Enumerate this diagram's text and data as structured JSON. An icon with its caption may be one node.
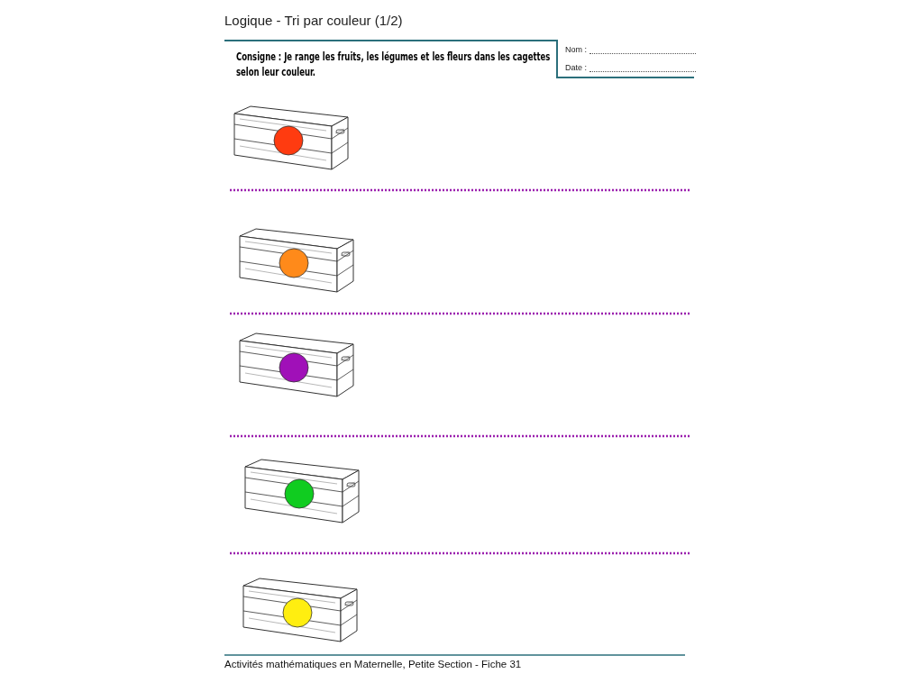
{
  "diagram": {
    "title": "Logique - Tri par couleur (1/2)",
    "labels": [
      "Consigne : Je range les fruits, les légumes et les fleurs dans les cagettes selon leur couleur.",
      "Nom :",
      "Date :",
      "Activités mathématiques en Maternelle, Petite Section - Fiche 31"
    ]
  }
}
